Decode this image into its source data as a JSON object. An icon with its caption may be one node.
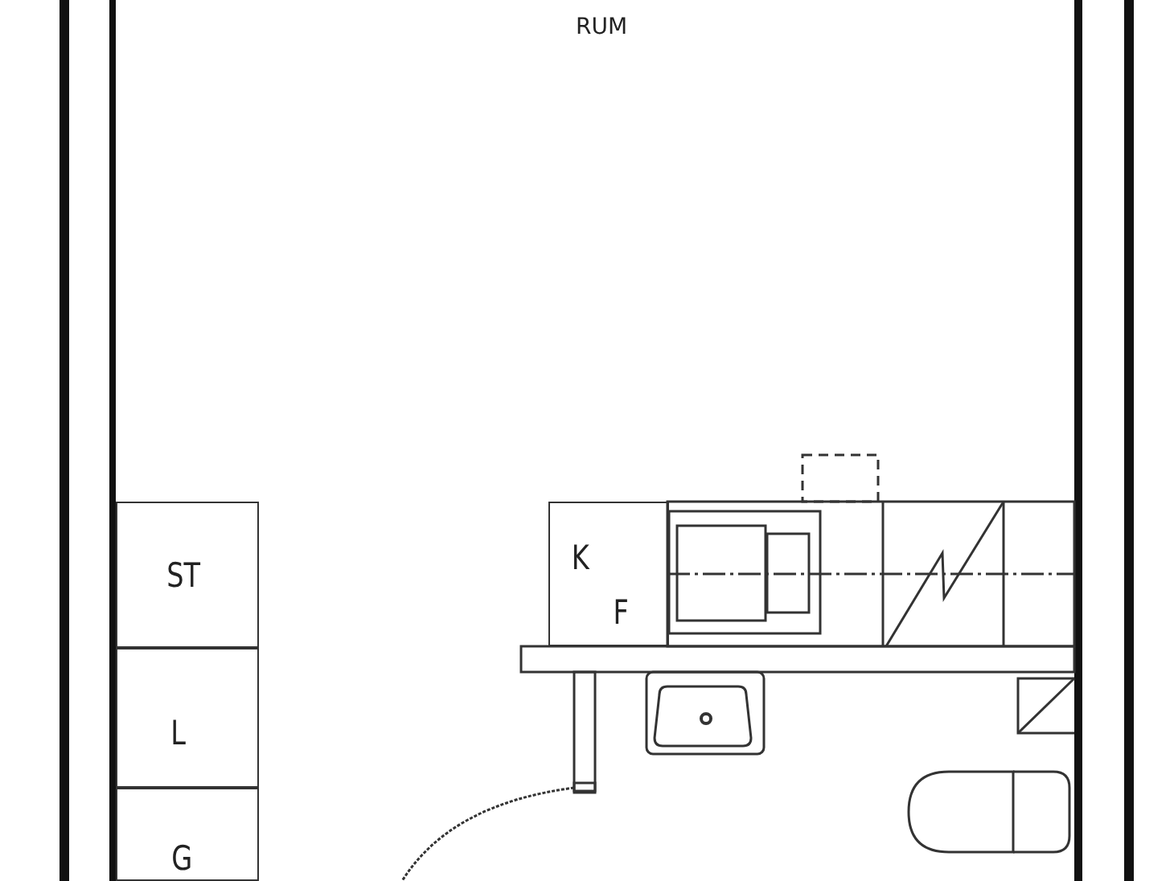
{
  "diagram": {
    "nodes": [
      {
        "text": [
          "ST"
        ]
      },
      {
        "text": [
          "L"
        ]
      },
      {
        "text": [
          "G"
        ]
      },
      {
        "text": [
          "K",
          "F"
        ]
      }
    ],
    "labels": [
      "RUM"
    ]
  }
}
